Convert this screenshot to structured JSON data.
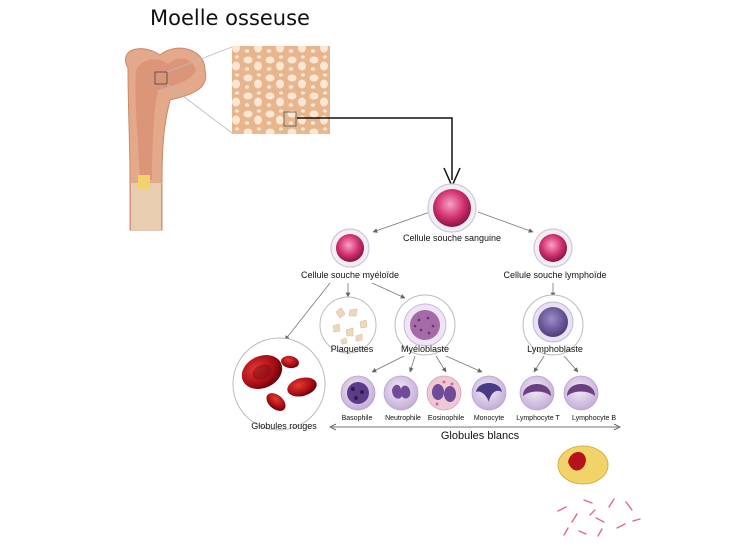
{
  "title": "Moelle osseuse",
  "cells": {
    "stem": "Cellule souche sanguine",
    "myeloid": "Cellule souche myéloïde",
    "lymphoid": "Cellule souche lymphoïde",
    "platelets": "Plaquettes",
    "myeloblast": "Myéloblaste",
    "lymphoblast": "Lymphoblaste",
    "red_cells": "Globules rouges",
    "basophil": "Basophile",
    "neutrophil": "Neutrophile",
    "eosinophil": "Eosinophile",
    "monocyte": "Monocyte",
    "lymph_t": "Lymphocyte T",
    "lymph_b": "Lymphocyte B",
    "white_cells": "Globules blancs"
  },
  "colors": {
    "bone": "#e8c6a8",
    "marrow": "#f2c9a4",
    "stem_cell": "#c8306a",
    "red_cell": "#b5121b",
    "white_cell": "#7a5aa6",
    "lymph": "#6c5a9c"
  }
}
